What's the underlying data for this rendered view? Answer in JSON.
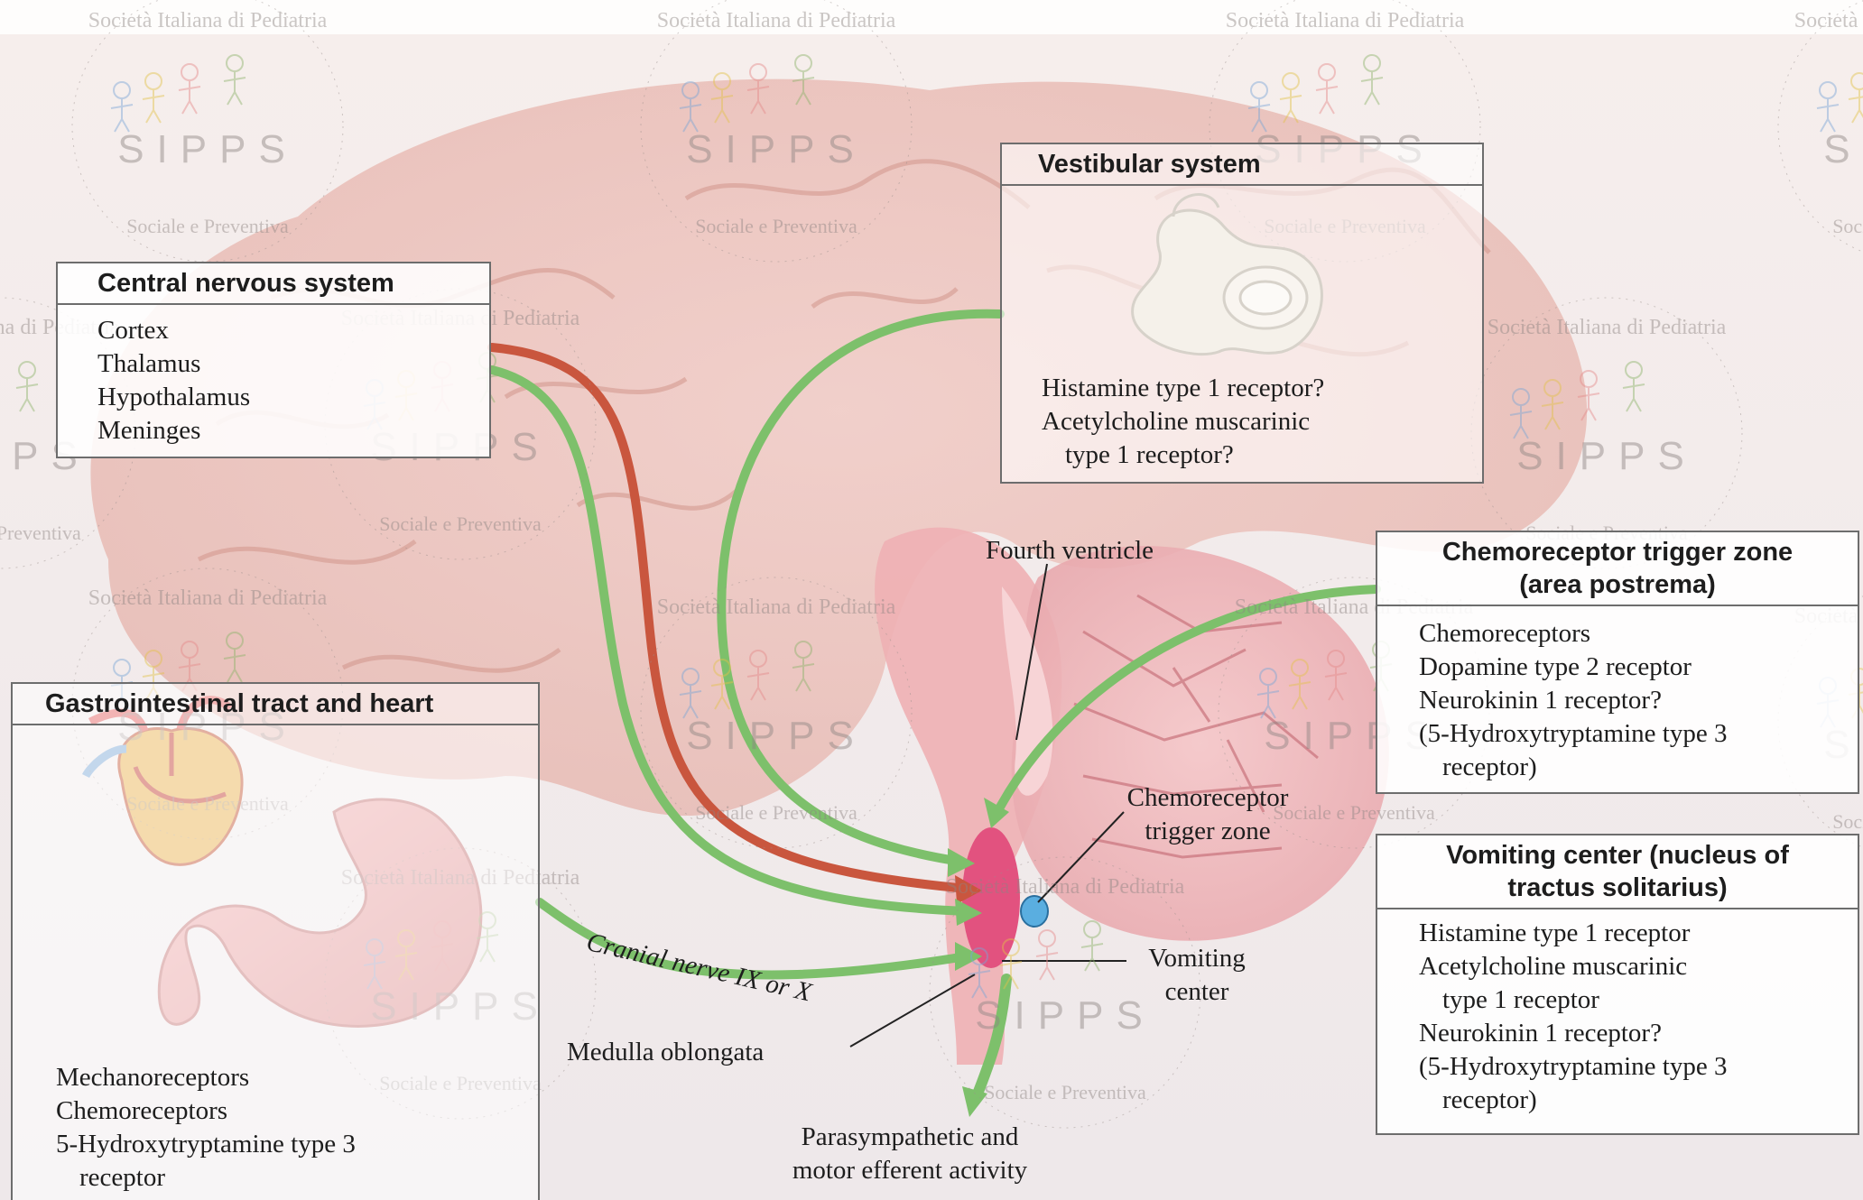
{
  "watermark": {
    "org_top": "Società Italiana di Pediatria",
    "org_bottom": "Sociale e Preventiva",
    "acronym": "SIPPS"
  },
  "cns": {
    "title": "Central nervous system",
    "items": [
      "Cortex",
      "Thalamus",
      "Hypothalamus",
      "Meninges"
    ]
  },
  "vestibular": {
    "title": "Vestibular system",
    "items": [
      "Histamine type 1 receptor?",
      "Acetylcholine muscarinic",
      "type 1 receptor?"
    ]
  },
  "ctz_box": {
    "title_line1": "Chemoreceptor trigger zone",
    "title_line2": "(area postrema)",
    "items": [
      "Chemoreceptors",
      "Dopamine type 2 receptor",
      "Neurokinin 1 receptor?",
      "(5-Hydroxytryptamine type 3",
      "receptor)"
    ]
  },
  "vomiting_box": {
    "title_line1": "Vomiting center (nucleus of",
    "title_line2": "tractus solitarius)",
    "items": [
      "Histamine type 1 receptor",
      "Acetylcholine muscarinic",
      "type 1 receptor",
      "Neurokinin 1 receptor?",
      "(5-Hydroxytryptamine type 3",
      "receptor)"
    ]
  },
  "gi": {
    "title": "Gastrointestinal tract and heart",
    "items": [
      "Mechanoreceptors",
      "Chemoreceptors",
      "5-Hydroxytryptamine type 3",
      "receptor"
    ]
  },
  "labels": {
    "fourth_ventricle": "Fourth ventricle",
    "ctz_line1": "Chemoreceptor",
    "ctz_line2": "trigger zone",
    "vc_line1": "Vomiting",
    "vc_line2": "center",
    "medulla": "Medulla oblongata",
    "cranial_nerve": "Cranial nerve IX or X",
    "efferent_line1": "Parasympathetic and",
    "efferent_line2": "motor efferent activity"
  },
  "colors": {
    "green_pathway": "#7dc06b",
    "red_pathway": "#c9563e",
    "medulla": "#e2527f",
    "ctz_blob": "#5aaee0"
  }
}
